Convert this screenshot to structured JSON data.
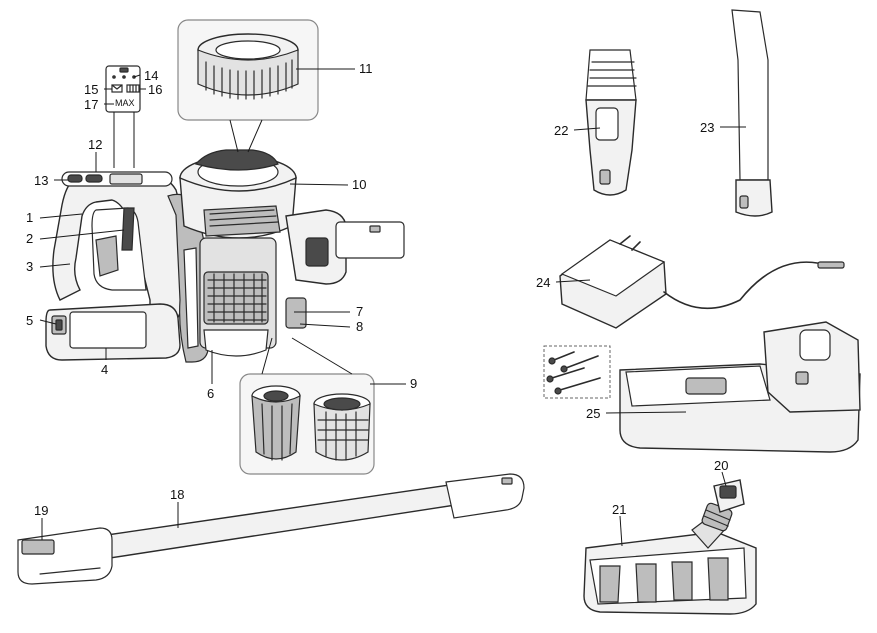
{
  "labels": [
    {
      "id": "1",
      "text": "1"
    },
    {
      "id": "2",
      "text": "2"
    },
    {
      "id": "3",
      "text": "3"
    },
    {
      "id": "4",
      "text": "4"
    },
    {
      "id": "5",
      "text": "5"
    },
    {
      "id": "6",
      "text": "6"
    },
    {
      "id": "7",
      "text": "7"
    },
    {
      "id": "8",
      "text": "8"
    },
    {
      "id": "9",
      "text": "9"
    },
    {
      "id": "10",
      "text": "10"
    },
    {
      "id": "11",
      "text": "11"
    },
    {
      "id": "12",
      "text": "12"
    },
    {
      "id": "13",
      "text": "13"
    },
    {
      "id": "14",
      "text": "14"
    },
    {
      "id": "15",
      "text": "15"
    },
    {
      "id": "16",
      "text": "16"
    },
    {
      "id": "17",
      "text": "17"
    },
    {
      "id": "18",
      "text": "18"
    },
    {
      "id": "19",
      "text": "19"
    },
    {
      "id": "20",
      "text": "20"
    },
    {
      "id": "21",
      "text": "21"
    },
    {
      "id": "22",
      "text": "22"
    },
    {
      "id": "23",
      "text": "23"
    },
    {
      "id": "24",
      "text": "24"
    },
    {
      "id": "25",
      "text": "25"
    }
  ],
  "display_panel": {
    "max_text": "MAX"
  }
}
